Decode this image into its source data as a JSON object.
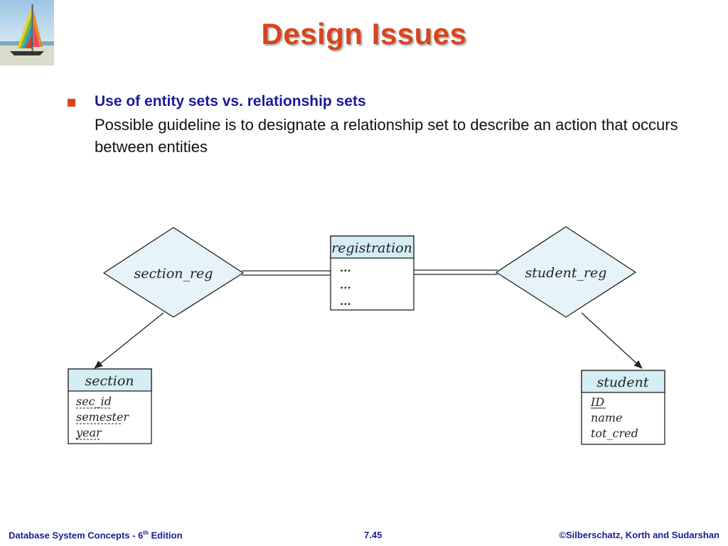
{
  "slide": {
    "title": "Design Issues",
    "bullet": {
      "heading": "Use of entity sets vs. relationship sets",
      "body": "Possible guideline is to designate a relationship set to describe an action that occurs between entities"
    }
  },
  "diagram": {
    "relationships": [
      {
        "id": "section_reg",
        "label": "section_reg"
      },
      {
        "id": "student_reg",
        "label": "student_reg"
      }
    ],
    "entities": [
      {
        "id": "registration",
        "label": "registration",
        "attributes": [
          "...",
          "...",
          "..."
        ]
      },
      {
        "id": "section",
        "label": "section",
        "attributes": [
          "sec_id",
          "semester",
          "year"
        ]
      },
      {
        "id": "student",
        "label": "student",
        "attributes": [
          "ID",
          "name",
          "tot_cred"
        ]
      }
    ]
  },
  "footer": {
    "left_prefix": "Database System Concepts - 6",
    "left_sup": "th",
    "left_suffix": " Edition",
    "center": "7.45",
    "right": "©Silberschatz, Korth and Sudarshan"
  },
  "colors": {
    "title": "#d9441c",
    "bullet_heading": "#1a1a9c",
    "entity_header_fill": "#d5edf5",
    "relationship_fill": "#e6f3f8"
  }
}
